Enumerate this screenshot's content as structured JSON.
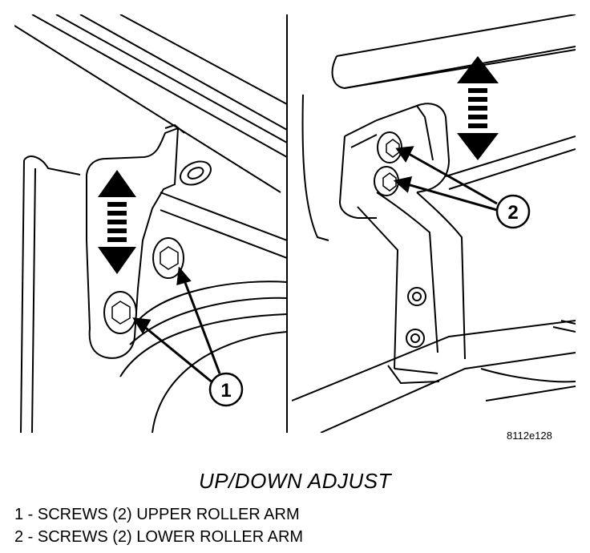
{
  "figure_id": "8112e128",
  "title": "UP/DOWN ADJUST",
  "callouts": [
    "1",
    "2"
  ],
  "legend": [
    "1 - SCREWS (2) UPPER ROLLER ARM",
    "2 - SCREWS (2) LOWER ROLLER ARM"
  ]
}
